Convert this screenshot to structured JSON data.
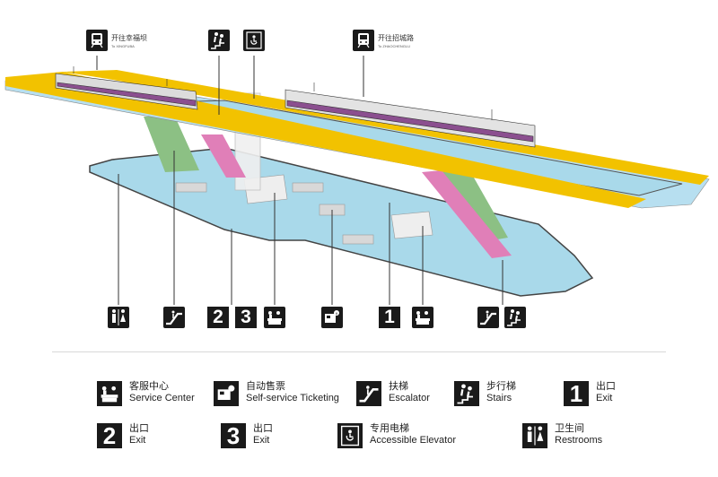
{
  "directions": [
    {
      "zh": "开往幸福坝",
      "en": "To XINGFUBA"
    },
    {
      "zh": "开往招城路",
      "en": "To ZHAOCHENGLU"
    }
  ],
  "floor_signs": {
    "exit_2": "2",
    "exit_3": "3",
    "exit_1": "1"
  },
  "legend": {
    "service_center": {
      "zh": "客服中心",
      "en": "Service Center"
    },
    "self_ticketing": {
      "zh": "自动售票",
      "en": "Self-service Ticketing"
    },
    "escalator": {
      "zh": "扶梯",
      "en": "Escalator"
    },
    "stairs": {
      "zh": "步行梯",
      "en": "Stairs"
    },
    "exit_1": {
      "num": "1",
      "zh": "出口",
      "en": "Exit"
    },
    "exit_2": {
      "num": "2",
      "zh": "出口",
      "en": "Exit"
    },
    "exit_3": {
      "num": "3",
      "zh": "出口",
      "en": "Exit"
    },
    "elevator": {
      "zh": "专用电梯",
      "en": "Accessible  Elevator"
    },
    "restrooms": {
      "zh": "卫生间",
      "en": "Restrooms"
    }
  },
  "colors": {
    "platform_yellow": "#f2c200",
    "floor_blue": "#a9d9ea",
    "stair_green": "#8cc084",
    "stair_pink": "#e07fb8",
    "sign_black": "#1a1a1a"
  }
}
